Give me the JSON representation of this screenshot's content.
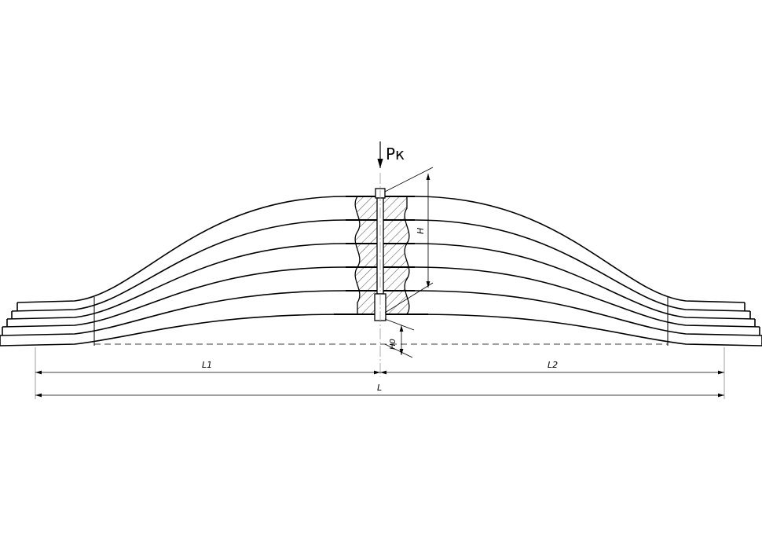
{
  "drawing": {
    "force_label": "Pк",
    "height_label": "H",
    "base_height_label": "H0",
    "left_span_label": "L1",
    "right_span_label": "L2",
    "total_span_label": "L",
    "leaf_count": 5
  }
}
